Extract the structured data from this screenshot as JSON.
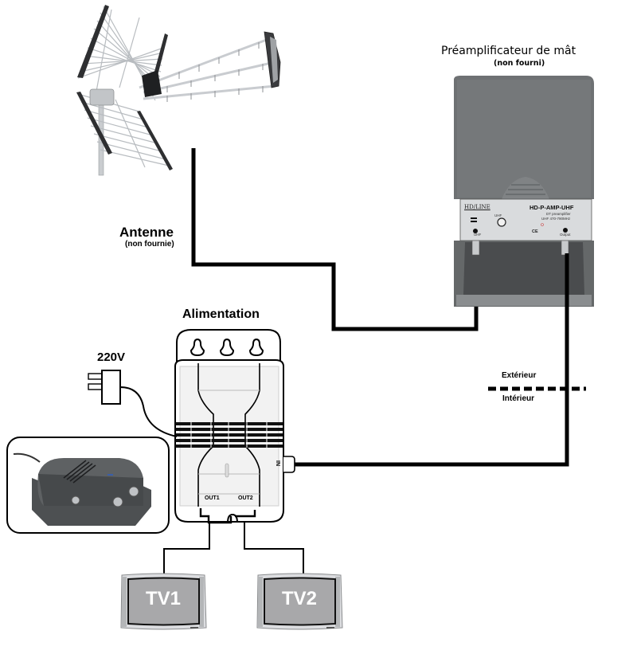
{
  "diagram": {
    "preamp": {
      "title": "Préamplificateur de mât",
      "subtitle": "(non fourni)",
      "brand": "HD/LINE",
      "model": "HD-P-AMP-UHF",
      "desc_line1": "DT  preamplifier",
      "desc_line2": "UHF 470-790MHz",
      "band_label": "UHF",
      "input_label": "UHF",
      "output_label": "Output",
      "cert_label": "CE",
      "body_color": "#6e7173"
    },
    "antenna": {
      "title": "Antenne",
      "subtitle": "(non fournie)"
    },
    "power_supply": {
      "title": "Alimentation",
      "voltage_label": "220V",
      "out1_label": "OUT1",
      "out2_label": "OUT2",
      "in_label": "IN"
    },
    "boundary": {
      "outside_label": "Extérieur",
      "inside_label": "Intérieur"
    },
    "tvs": [
      {
        "label": "TV1"
      },
      {
        "label": "TV2"
      }
    ]
  }
}
